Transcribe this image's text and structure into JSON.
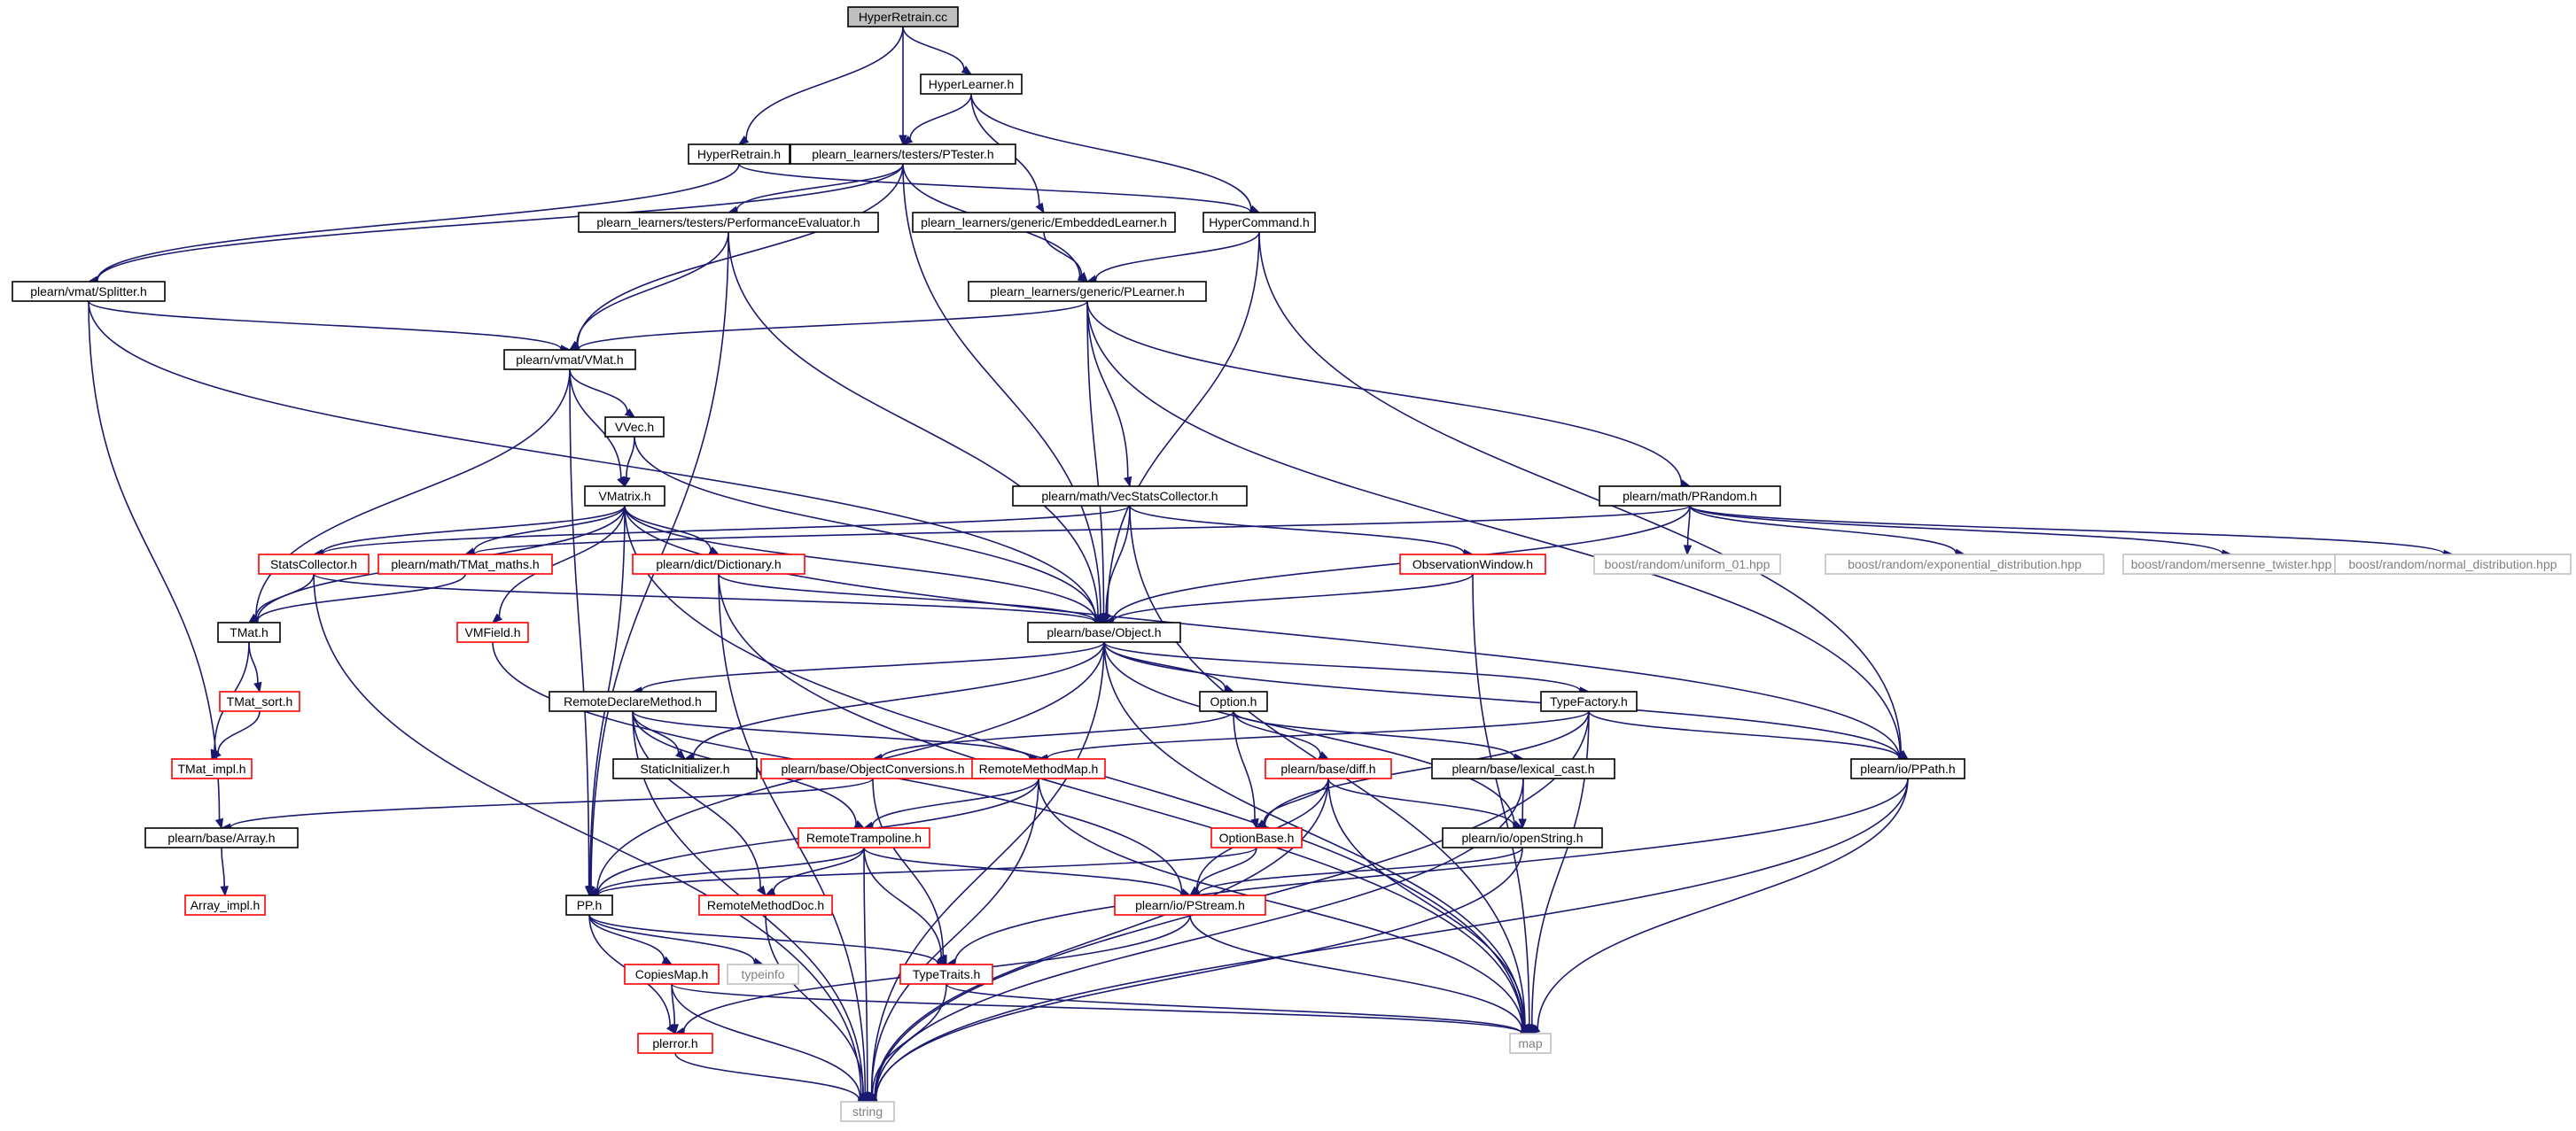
{
  "colors": {
    "edge": "#191970",
    "documented_border": "#000000",
    "undocumented_border": "#ff0000",
    "external_border": "#bfbfbf",
    "external_text": "#808080",
    "root_fill": "#bfbfbf"
  },
  "nodes": {
    "HyperRetrain_cc": "HyperRetrain.cc",
    "HyperLearner_h": "HyperLearner.h",
    "HyperRetrain_h": "HyperRetrain.h",
    "PTester_h": "plearn_learners/testers/PTester.h",
    "PerformanceEvaluator_h": "plearn_learners/testers/PerformanceEvaluator.h",
    "EmbeddedLearner_h": "plearn_learners/generic/EmbeddedLearner.h",
    "HyperCommand_h": "HyperCommand.h",
    "Splitter_h": "plearn/vmat/Splitter.h",
    "PLearner_h": "plearn_learners/generic/PLearner.h",
    "VMat_h": "plearn/vmat/VMat.h",
    "VVec_h": "VVec.h",
    "VMatrix_h": "VMatrix.h",
    "VecStatsCollector_h": "plearn/math/VecStatsCollector.h",
    "PRandom_h": "plearn/math/PRandom.h",
    "StatsCollector_h": "StatsCollector.h",
    "TMat_maths_h": "plearn/math/TMat_maths.h",
    "Dictionary_h": "plearn/dict/Dictionary.h",
    "ObservationWindow_h": "ObservationWindow.h",
    "uniform_01_hpp": "boost/random/uniform_01.hpp",
    "exponential_distribution_hpp": "boost/random/exponential_distribution.hpp",
    "mersenne_twister_hpp": "boost/random/mersenne_twister.hpp",
    "normal_distribution_hpp": "boost/random/normal_distribution.hpp",
    "TMat_h": "TMat.h",
    "VMField_h": "VMField.h",
    "Object_h": "plearn/base/Object.h",
    "TMat_sort_h": "TMat_sort.h",
    "TMat_impl_h": "TMat_impl.h",
    "RemoteDeclareMethod_h": "RemoteDeclareMethod.h",
    "Option_h": "Option.h",
    "TypeFactory_h": "TypeFactory.h",
    "StaticInitializer_h": "StaticInitializer.h",
    "ObjectConversions_h": "plearn/base/ObjectConversions.h",
    "RemoteMethodMap_h": "RemoteMethodMap.h",
    "diff_h": "plearn/base/diff.h",
    "lexical_cast_h": "plearn/base/lexical_cast.h",
    "PPath_h": "plearn/io/PPath.h",
    "Array_h": "plearn/base/Array.h",
    "RemoteTrampoline_h": "RemoteTrampoline.h",
    "OptionBase_h": "OptionBase.h",
    "openString_h": "plearn/io/openString.h",
    "Array_impl_h": "Array_impl.h",
    "PP_h": "PP.h",
    "RemoteMethodDoc_h": "RemoteMethodDoc.h",
    "PStream_h": "plearn/io/PStream.h",
    "typeinfo": "typeinfo",
    "CopiesMap_h": "CopiesMap.h",
    "TypeTraits_h": "TypeTraits.h",
    "map": "map",
    "pl_error_h": "plerror.h",
    "string": "string"
  }
}
